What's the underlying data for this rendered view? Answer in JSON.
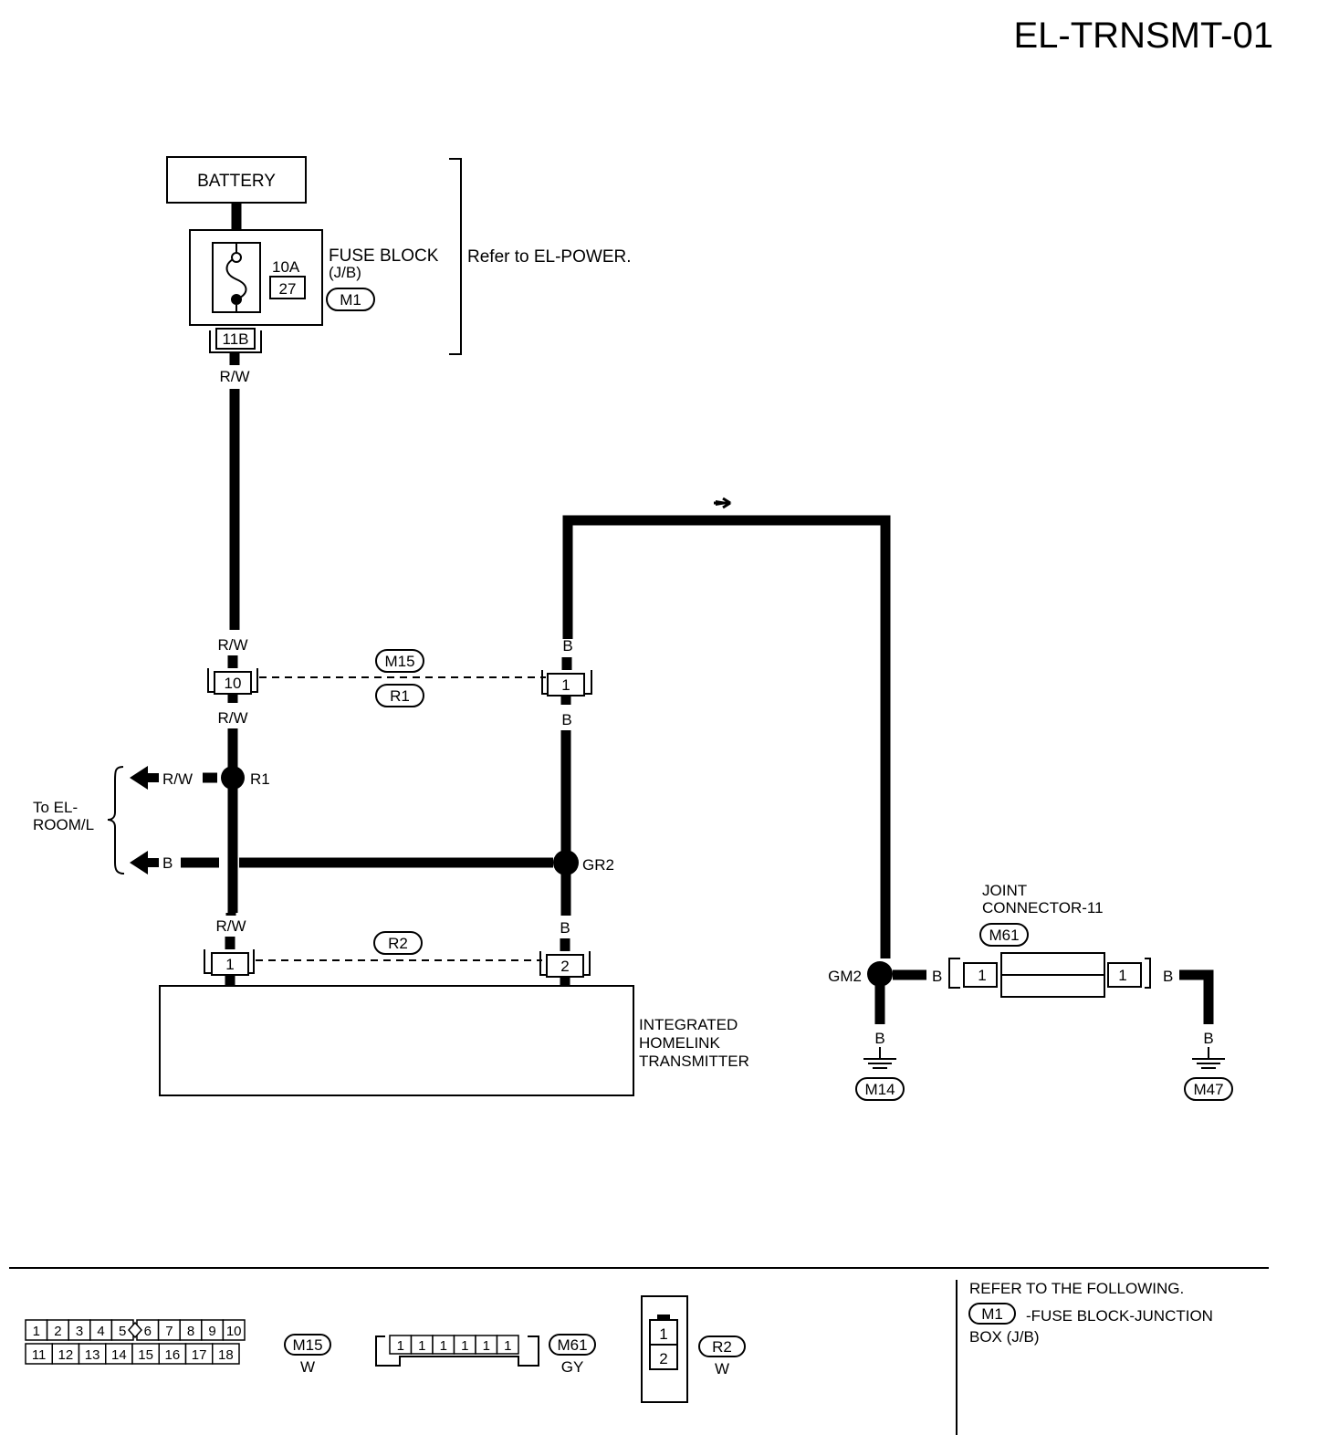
{
  "page_code": "EL-TRNSMT-01",
  "battery": "BATTERY",
  "fuse": {
    "amp": "10A",
    "number": "27",
    "label_1": "FUSE BLOCK",
    "label_2": "(J/B)",
    "connector": "M1",
    "terminal": "11B"
  },
  "refer_power": "Refer to EL-POWER.",
  "wire_colors": {
    "rw": "R/W",
    "b": "B"
  },
  "inline_connector_1": {
    "ids": [
      "M15",
      "R1"
    ],
    "left_terminal": "10",
    "right_terminal": "1"
  },
  "inline_connector_2": {
    "id": "R2",
    "left_terminal": "1",
    "right_terminal": "2"
  },
  "splices": {
    "r1": "R1",
    "gr2": "GR2",
    "gm2": "GM2"
  },
  "to_room": {
    "line1": "To EL-",
    "line2": "ROOM/L"
  },
  "transmitter": {
    "line1": "INTEGRATED",
    "line2": "HOMELINK",
    "line3": "TRANSMITTER"
  },
  "joint_connector": {
    "line1": "JOINT",
    "line2": "CONNECTOR-11",
    "id": "M61",
    "left_terminal": "1",
    "right_terminal": "1"
  },
  "grounds": [
    "M14",
    "M47"
  ],
  "connector_views": {
    "m15": {
      "row1": [
        "1",
        "2",
        "3",
        "4",
        "5",
        "6",
        "7",
        "8",
        "9",
        "10"
      ],
      "row2": [
        "11",
        "12",
        "13",
        "14",
        "15",
        "16",
        "17",
        "18"
      ],
      "id": "M15",
      "color": "W"
    },
    "m61": {
      "pins": [
        "1",
        "1",
        "1",
        "1",
        "1",
        "1"
      ],
      "id": "M61",
      "color": "GY"
    },
    "r2": {
      "pins": [
        "1",
        "2"
      ],
      "id": "R2",
      "color": "W"
    }
  },
  "refer_following": {
    "line1": "REFER TO THE FOLLOWING.",
    "connector": "M1",
    "desc": "-FUSE BLOCK-JUNCTION",
    "desc2": "BOX (J/B)"
  }
}
